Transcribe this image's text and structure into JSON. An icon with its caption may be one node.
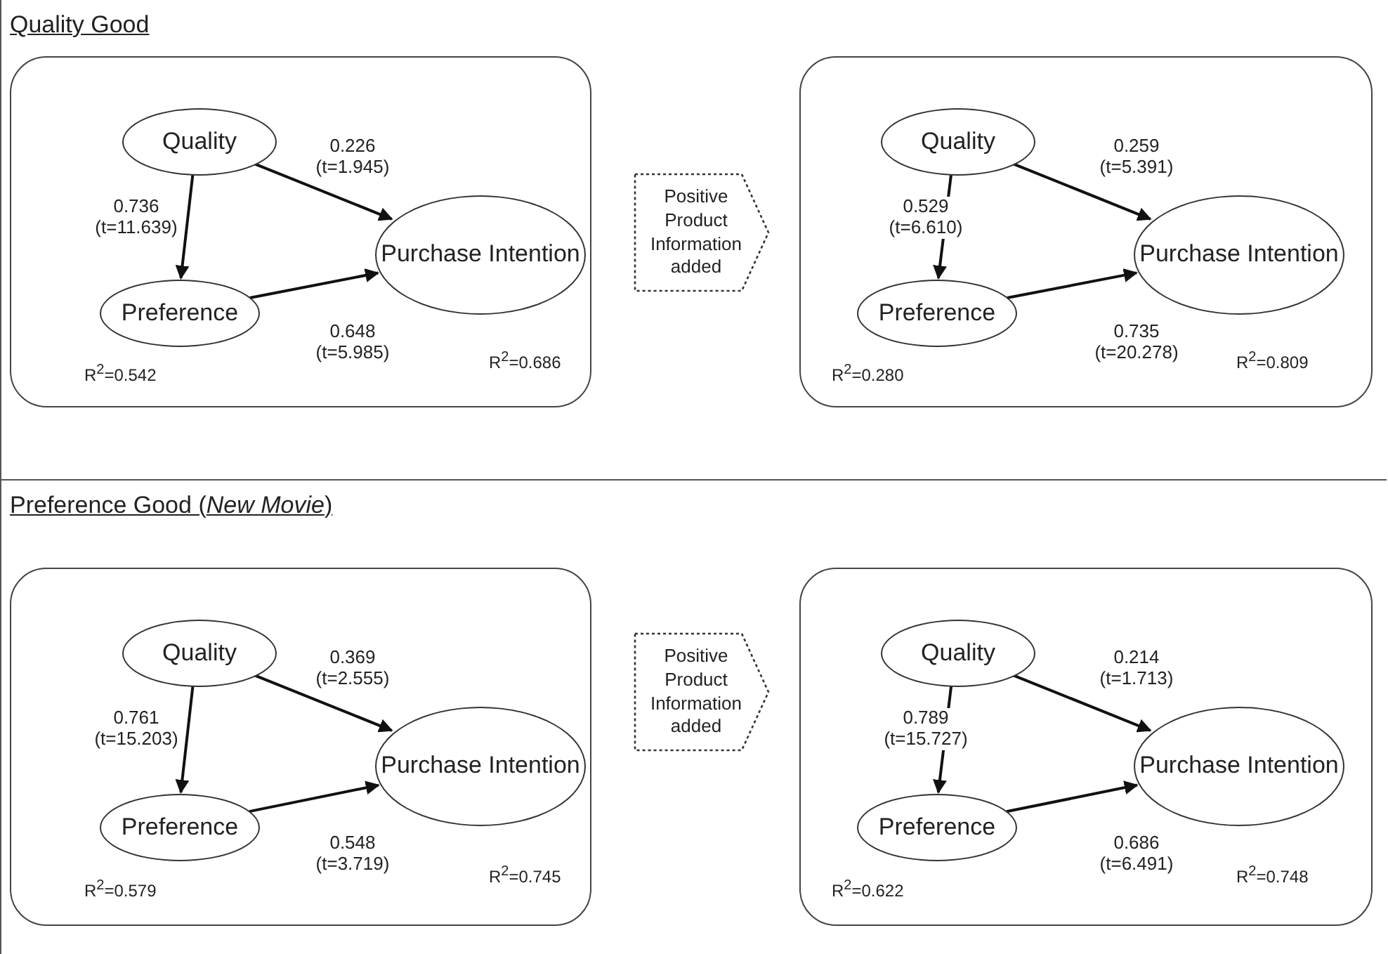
{
  "diagram": {
    "nodes": [
      {
        "text": [
          "Quality Good"
        ]
      },
      {
        "text": [],
        "shape": "box",
        "in": 0
      },
      {
        "text": [
          "Quality"
        ],
        "in": 1
      },
      {
        "text": [
          "Preference"
        ],
        "in": 1,
        "beside": [
          "R$^{2}$=0.542"
        ]
      },
      {
        "text": [
          "Purchase Intention"
        ],
        "in": 1,
        "beside": [
          "R$^{2}$=0.686"
        ]
      },
      {
        "text": [
          "Positive Product Information added"
        ],
        "in": 0
      },
      {
        "text": [],
        "shape": "box",
        "in": 0
      },
      {
        "text": [
          "Quality"
        ],
        "in": 6
      },
      {
        "text": [
          "Preference"
        ],
        "in": 6,
        "beside": [
          "R$^{2}$=0.280"
        ]
      },
      {
        "text": [
          "Purchase Intention"
        ],
        "in": 6,
        "beside": [
          "R$^{2}$=0.809"
        ]
      },
      {
        "text": [
          "Preference Good (*New Movie*)"
        ]
      },
      {
        "text": [],
        "shape": "box",
        "in": 10
      },
      {
        "text": [
          "Quality"
        ],
        "in": 11
      },
      {
        "text": [
          "Preference"
        ],
        "in": 11,
        "beside": [
          "R$^{2}$=0.579"
        ]
      },
      {
        "text": [
          "Purchase Intention"
        ],
        "in": 11,
        "beside": [
          "R$^{2}$=0.745"
        ]
      },
      {
        "text": [
          "Positive Product Information added"
        ],
        "in": 10
      },
      {
        "text": [],
        "shape": "box",
        "in": 10
      },
      {
        "text": [
          "Quality"
        ],
        "in": 16
      },
      {
        "text": [
          "Preference"
        ],
        "in": 16,
        "beside": [
          "R$^{2}$=0.622"
        ]
      },
      {
        "text": [
          "Purchase Intention"
        ],
        "in": 16,
        "beside": [
          "R$^{2}$=0.748"
        ]
      }
    ],
    "edges": [
      {
        "from": 2,
        "to": 3,
        "arrow": "to",
        "label": "0.736 (t=11.639)"
      },
      {
        "from": 2,
        "to": 4,
        "arrow": "to",
        "label": "0.226 (t=1.945)"
      },
      {
        "from": 3,
        "to": 4,
        "arrow": "to",
        "label": "0.648 (t=5.985)"
      },
      {
        "from": 7,
        "to": 8,
        "arrow": "to",
        "label": "0.529 (t=6.610)"
      },
      {
        "from": 7,
        "to": 9,
        "arrow": "to",
        "label": "0.259 (t=5.391)"
      },
      {
        "from": 8,
        "to": 9,
        "arrow": "to",
        "label": "0.735 (t=20.278)"
      },
      {
        "from": 12,
        "to": 13,
        "arrow": "to",
        "label": "0.761 (t=15.203)"
      },
      {
        "from": 12,
        "to": 14,
        "arrow": "to",
        "label": "0.369 (t=2.555)"
      },
      {
        "from": 13,
        "to": 14,
        "arrow": "to",
        "label": "0.548 (t=3.719)"
      },
      {
        "from": 17,
        "to": 18,
        "arrow": "to",
        "label": "0.789 (t=15.727)"
      },
      {
        "from": 17,
        "to": 19,
        "arrow": "to",
        "label": "0.214 (t=1.713)"
      },
      {
        "from": 18,
        "to": 19,
        "arrow": "to",
        "label": "0.686 (t=6.491)"
      }
    ]
  }
}
